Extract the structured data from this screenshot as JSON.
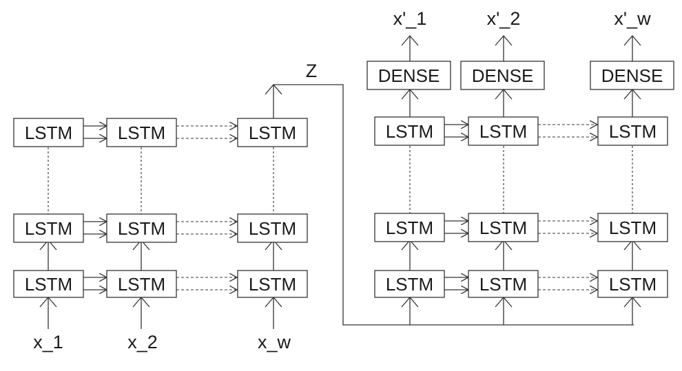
{
  "encoder": {
    "cell_label": "LSTM",
    "inputs": [
      "x_1",
      "x_2",
      "x_w"
    ]
  },
  "latent": {
    "label": "Z"
  },
  "decoder": {
    "cell_label": "LSTM",
    "dense_label": "DENSE",
    "outputs": [
      "x'_1",
      "x'_2",
      "x'_w"
    ]
  }
}
